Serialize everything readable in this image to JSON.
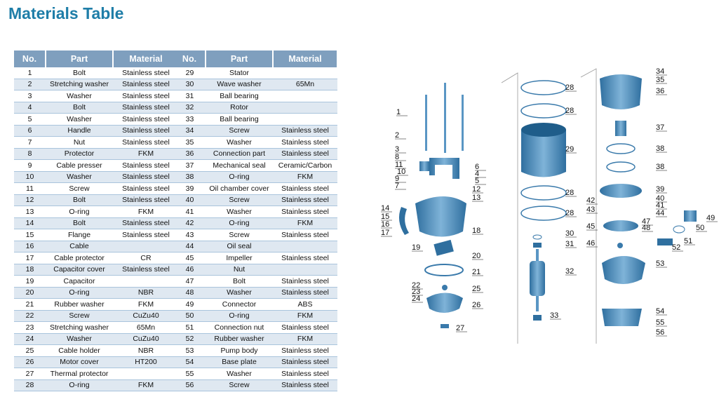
{
  "title": "Materials Table",
  "headers": {
    "no": "No.",
    "part": "Part",
    "material": "Material"
  },
  "left_rows": [
    [
      "1",
      "Bolt",
      "Stainless steel"
    ],
    [
      "2",
      "Stretching washer",
      "Stainless steel"
    ],
    [
      "3",
      "Washer",
      "Stainless steel"
    ],
    [
      "4",
      "Bolt",
      "Stainless steel"
    ],
    [
      "5",
      "Washer",
      "Stainless steel"
    ],
    [
      "6",
      "Handle",
      "Stainless steel"
    ],
    [
      "7",
      "Nut",
      "Stainless steel"
    ],
    [
      "8",
      "Protector",
      "FKM"
    ],
    [
      "9",
      "Cable presser",
      "Stainless steel"
    ],
    [
      "10",
      "Washer",
      "Stainless steel"
    ],
    [
      "11",
      "Screw",
      "Stainless steel"
    ],
    [
      "12",
      "Bolt",
      "Stainless steel"
    ],
    [
      "13",
      "O-ring",
      "FKM"
    ],
    [
      "14",
      "Bolt",
      "Stainless steel"
    ],
    [
      "15",
      "Flange",
      "Stainless steel"
    ],
    [
      "16",
      "Cable",
      ""
    ],
    [
      "17",
      "Cable protector",
      "CR"
    ],
    [
      "18",
      "Capacitor cover",
      "Stainless steel"
    ],
    [
      "19",
      "Capacitor",
      ""
    ],
    [
      "20",
      "O-ring",
      "NBR"
    ],
    [
      "21",
      "Rubber washer",
      "FKM"
    ],
    [
      "22",
      "Screw",
      "CuZu40"
    ],
    [
      "23",
      "Stretching washer",
      "65Mn"
    ],
    [
      "24",
      "Washer",
      "CuZu40"
    ],
    [
      "25",
      "Cable holder",
      "NBR"
    ],
    [
      "26",
      "Motor cover",
      "HT200"
    ],
    [
      "27",
      "Thermal protector",
      ""
    ],
    [
      "28",
      "O-ring",
      "FKM"
    ]
  ],
  "right_rows": [
    [
      "29",
      "Stator",
      ""
    ],
    [
      "30",
      "Wave washer",
      "65Mn"
    ],
    [
      "31",
      "Ball bearing",
      ""
    ],
    [
      "32",
      "Rotor",
      ""
    ],
    [
      "33",
      "Ball bearing",
      ""
    ],
    [
      "34",
      "Screw",
      "Stainless steel"
    ],
    [
      "35",
      "Washer",
      "Stainless steel"
    ],
    [
      "36",
      "Connection part",
      "Stainless steel"
    ],
    [
      "37",
      "Mechanical seal",
      "Ceramic/Carbon"
    ],
    [
      "38",
      "O-ring",
      "FKM"
    ],
    [
      "39",
      "Oil chamber cover",
      "Stainless steel"
    ],
    [
      "40",
      "Screw",
      "Stainless steel"
    ],
    [
      "41",
      "Washer",
      "Stainless steel"
    ],
    [
      "42",
      "O-ring",
      "FKM"
    ],
    [
      "43",
      "Screw",
      "Stainless steel"
    ],
    [
      "44",
      "Oil seal",
      ""
    ],
    [
      "45",
      "Impeller",
      "Stainless steel"
    ],
    [
      "46",
      "Nut",
      ""
    ],
    [
      "47",
      "Bolt",
      "Stainless steel"
    ],
    [
      "48",
      "Washer",
      "Stainless steel"
    ],
    [
      "49",
      "Connector",
      "ABS"
    ],
    [
      "50",
      "O-ring",
      "FKM"
    ],
    [
      "51",
      "Connection nut",
      "Stainless steel"
    ],
    [
      "52",
      "Rubber washer",
      "FKM"
    ],
    [
      "53",
      "Pump body",
      "Stainless steel"
    ],
    [
      "54",
      "Base plate",
      "Stainless steel"
    ],
    [
      "55",
      "Washer",
      "Stainless steel"
    ],
    [
      "56",
      "Screw",
      "Stainless steel"
    ]
  ],
  "diagram_callouts": [
    "1",
    "2",
    "3",
    "8",
    "11",
    "10",
    "9",
    "7",
    "6",
    "4",
    "5",
    "12",
    "13",
    "14",
    "15",
    "16",
    "17",
    "18",
    "19",
    "20",
    "21",
    "22",
    "23",
    "24",
    "25",
    "26",
    "27",
    "28",
    "28",
    "29",
    "28",
    "28",
    "30",
    "31",
    "32",
    "33",
    "34",
    "35",
    "36",
    "37",
    "38",
    "38",
    "39",
    "40",
    "41",
    "42",
    "43",
    "44",
    "45",
    "47",
    "48",
    "49",
    "50",
    "46",
    "51",
    "52",
    "53",
    "54",
    "55",
    "56"
  ],
  "colors": {
    "title": "#1f7ea8",
    "header": "#7f9fbe",
    "row_alt": "#dfe8f1",
    "part": "#4f8fbf"
  }
}
